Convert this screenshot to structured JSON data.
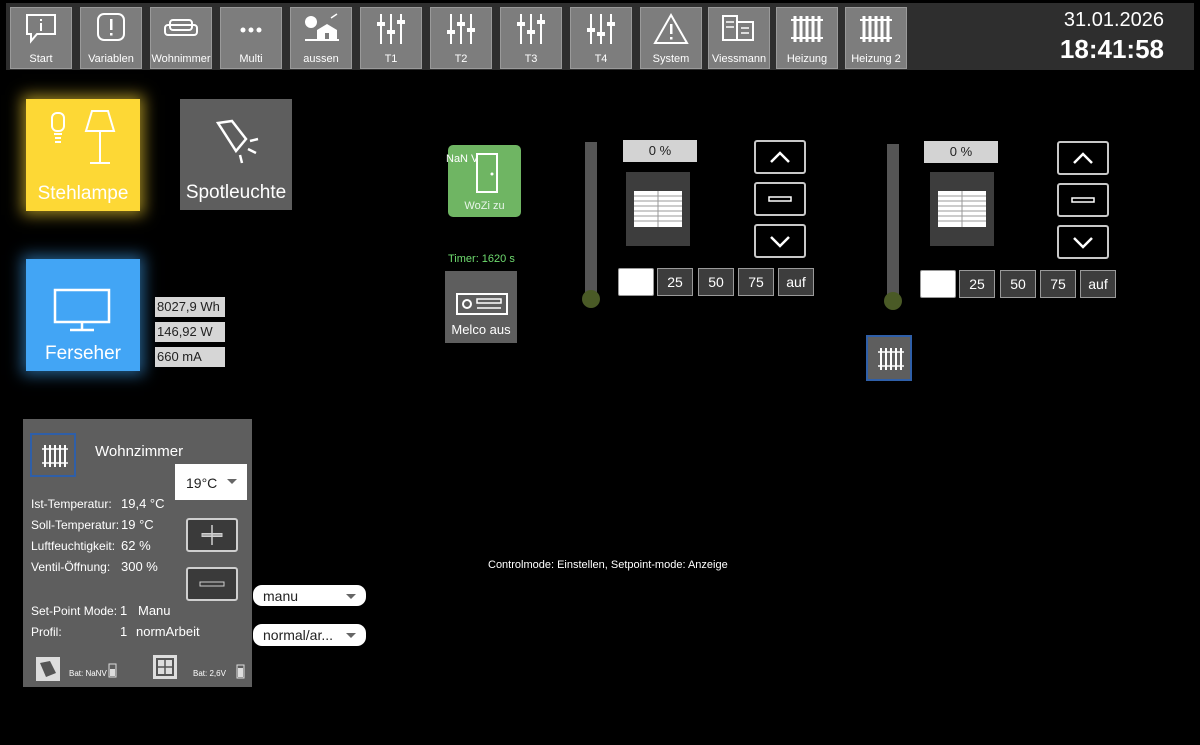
{
  "nav": {
    "items": [
      {
        "label": "Start",
        "icon": "info-bubble-icon"
      },
      {
        "label": "Variablen",
        "icon": "exclamation-icon"
      },
      {
        "label": "Wohnimmer",
        "icon": "sofa-icon"
      },
      {
        "label": "Multi",
        "icon": "dots-icon"
      },
      {
        "label": "aussen",
        "icon": "house-garden-icon"
      },
      {
        "label": "T1",
        "icon": "sliders-icon"
      },
      {
        "label": "T2",
        "icon": "sliders-icon"
      },
      {
        "label": "T3",
        "icon": "sliders-icon"
      },
      {
        "label": "T4",
        "icon": "sliders-icon"
      },
      {
        "label": "System",
        "icon": "warning-icon"
      },
      {
        "label": "Viessmann",
        "icon": "boiler-icon"
      },
      {
        "label": "Heizung",
        "icon": "radiator-icon"
      },
      {
        "label": "Heizung 2",
        "icon": "radiator-icon"
      }
    ]
  },
  "clock": {
    "date": "31.01.2026",
    "time": "18:41:58"
  },
  "tiles": {
    "stehlampe": "Stehlampe",
    "spotleuchte": "Spotleuchte",
    "ferseher": "Ferseher",
    "door": "WoZi zu",
    "door_value": "NaN V",
    "timer": "Timer: 1620 s",
    "melco": "Melco aus"
  },
  "power": {
    "energy": "8027,9 Wh",
    "power": "146,92 W",
    "current": "660 mA"
  },
  "heater": {
    "title": "Wohnzimmer",
    "setpoint_select": "19°C",
    "ist_label": "Ist-Temperatur:",
    "ist_value": "19,4 °C",
    "soll_label": "Soll-Temperatur:",
    "soll_value": "19 °C",
    "hum_label": "Luftfeuchtigkeit:",
    "hum_value": "62 %",
    "valve_label": "Ventil-Öffnung:",
    "valve_value": "300 %",
    "spmode_label": "Set-Point Mode:",
    "spmode_num": "1",
    "spmode_value": "Manu",
    "profil_label": "Profil:",
    "profil_num": "1",
    "profil_value": "normArbeit",
    "bat1": "Bat: NaNV",
    "bat2": "Bat: 2,6V",
    "mode_select": "manu",
    "profile_select": "normal/ar..."
  },
  "controlmode_text": "Controlmode: Einstellen, Setpoint-mode: Anzeige",
  "shutter1": {
    "pct": "0 %",
    "level": 0,
    "b25": "25",
    "b50": "50",
    "b75": "75",
    "auf": "auf"
  },
  "shutter2": {
    "pct": "0 %",
    "level": 0,
    "b25": "25",
    "b50": "50",
    "b75": "75",
    "auf": "auf"
  },
  "colors": {
    "yellow": "#fdd835",
    "blue": "#42a5f5",
    "green": "#6fb563",
    "gray": "#5e5e5e"
  }
}
